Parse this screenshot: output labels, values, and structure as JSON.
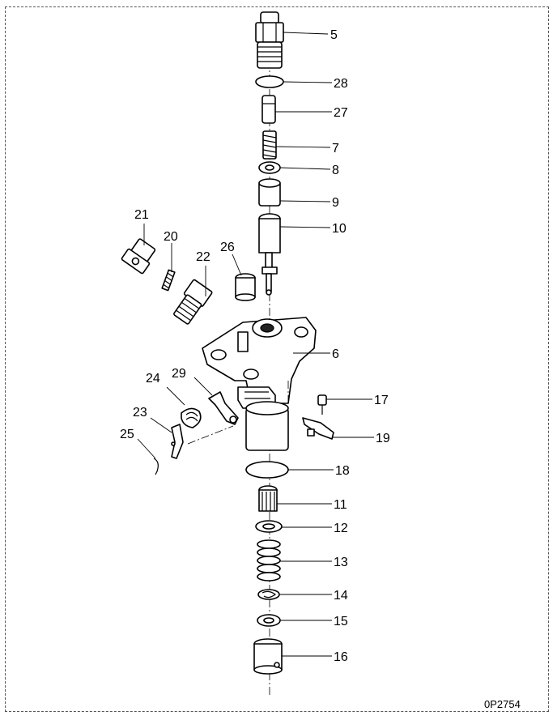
{
  "diagram": {
    "callouts": [
      {
        "id": "5",
        "label": "5"
      },
      {
        "id": "28",
        "label": "28"
      },
      {
        "id": "27",
        "label": "27"
      },
      {
        "id": "7",
        "label": "7"
      },
      {
        "id": "8",
        "label": "8"
      },
      {
        "id": "9",
        "label": "9"
      },
      {
        "id": "10",
        "label": "10"
      },
      {
        "id": "21",
        "label": "21"
      },
      {
        "id": "20",
        "label": "20"
      },
      {
        "id": "22",
        "label": "22"
      },
      {
        "id": "26",
        "label": "26"
      },
      {
        "id": "6",
        "label": "6"
      },
      {
        "id": "24",
        "label": "24"
      },
      {
        "id": "29",
        "label": "29"
      },
      {
        "id": "17",
        "label": "17"
      },
      {
        "id": "23",
        "label": "23"
      },
      {
        "id": "25",
        "label": "25"
      },
      {
        "id": "19",
        "label": "19"
      },
      {
        "id": "18",
        "label": "18"
      },
      {
        "id": "11",
        "label": "11"
      },
      {
        "id": "12",
        "label": "12"
      },
      {
        "id": "13",
        "label": "13"
      },
      {
        "id": "14",
        "label": "14"
      },
      {
        "id": "15",
        "label": "15"
      },
      {
        "id": "16",
        "label": "16"
      }
    ],
    "drawing_code": "0P2754"
  }
}
